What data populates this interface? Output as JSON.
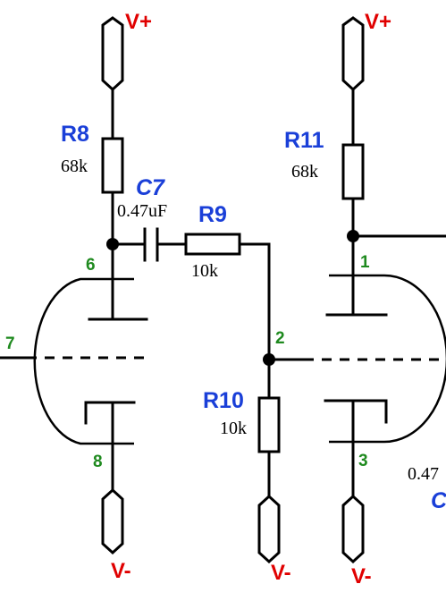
{
  "rails": {
    "vplus": "V+",
    "vminus": "V-"
  },
  "components": {
    "r8": {
      "ref": "R8",
      "value": "68k"
    },
    "r9": {
      "ref": "R9",
      "value": "10k"
    },
    "r10": {
      "ref": "R10",
      "value": "10k"
    },
    "r11": {
      "ref": "R11",
      "value": "68k"
    },
    "c7": {
      "ref": "C7",
      "value": "0.47uF"
    },
    "c_right": {
      "ref": "C",
      "value": "0.47"
    }
  },
  "pins": {
    "p1": "1",
    "p2": "2",
    "p3": "3",
    "p6": "6",
    "p7": "7",
    "p8": "8"
  },
  "colors": {
    "rail_label": "#e00000",
    "refdes_label": "#1a3fd8",
    "pin_label": "#1f8a1f",
    "wire": "#000000"
  }
}
